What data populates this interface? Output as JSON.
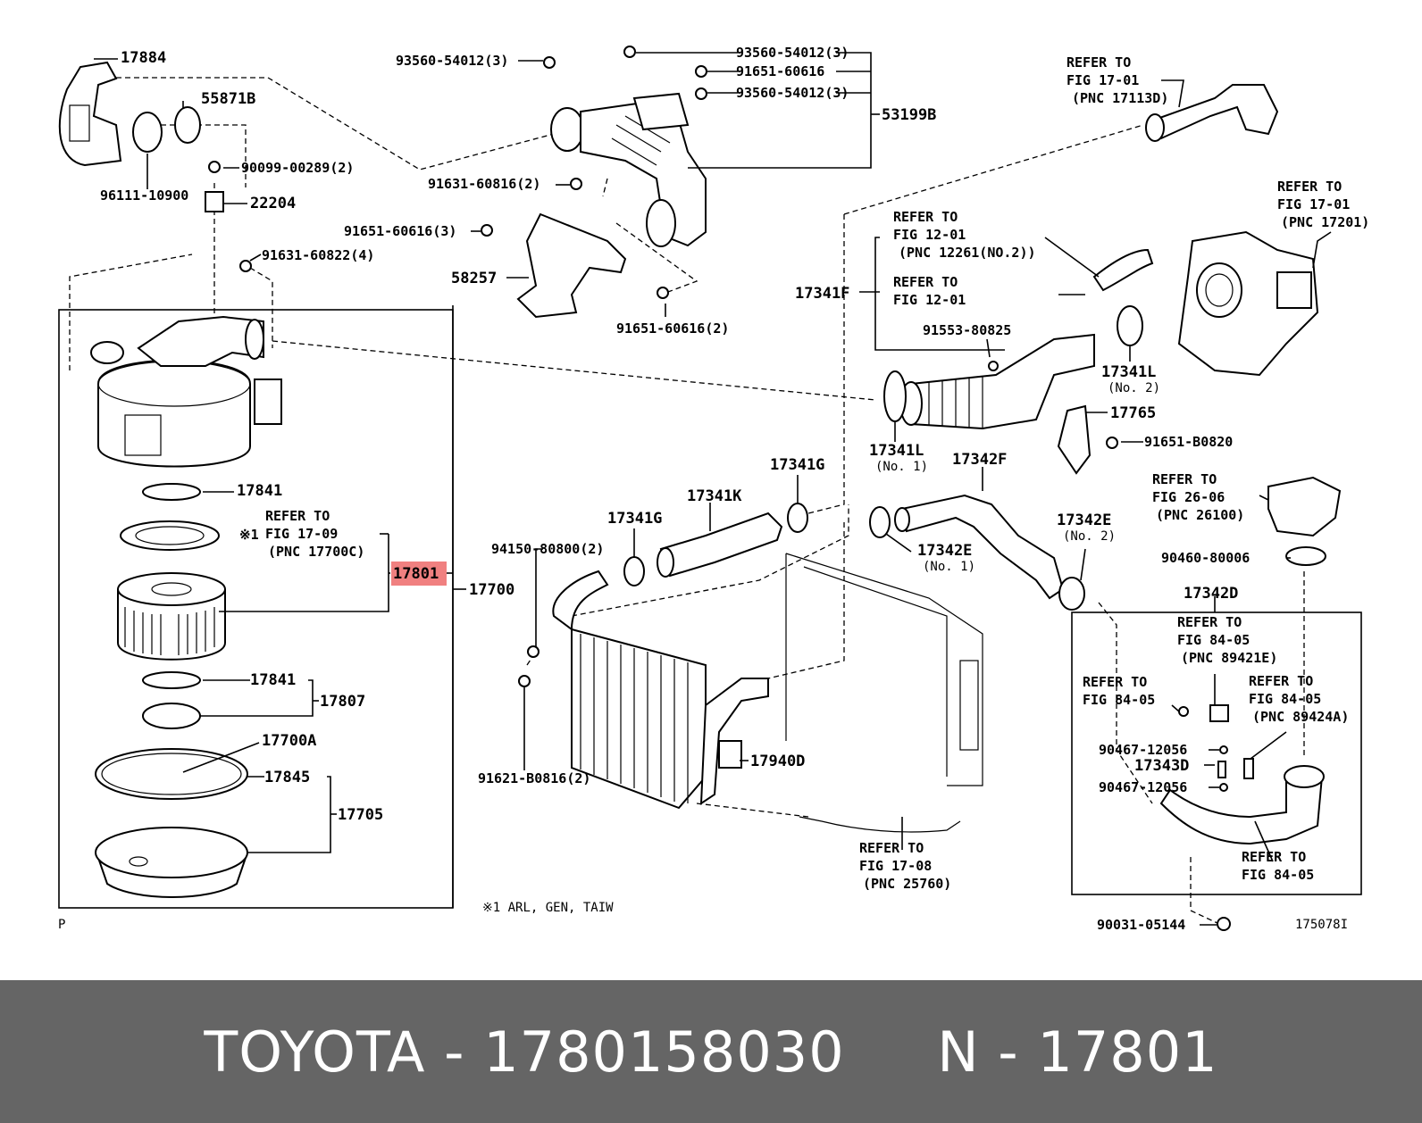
{
  "colors": {
    "highlight": "#f08080",
    "footer_bg": "#656565",
    "footer_text": "#ffffff"
  },
  "diagram": {
    "labels": {
      "l17884": "17884",
      "l55871B": "55871B",
      "l90099": "90099-00289(2)",
      "l96111": "96111-10900",
      "l22204": "22204",
      "l91631_4": "91631-60822(4)",
      "l93560_a": "93560-54012(3)",
      "l93560_b": "93560-54012(3)",
      "l91651_a": "91651-60616",
      "l93560_c": "93560-54012(3)",
      "l53199B": "53199B",
      "l91631_2": "91631-60816(2)",
      "l91651_3": "91651-60616(3)",
      "l58257": "58257",
      "l91651_2": "91651-60616(2)",
      "l17841_a": "17841",
      "l17801": "17801",
      "l17700": "17700",
      "l17841_b": "17841",
      "l17807": "17807",
      "l17700A": "17700A",
      "l17845": "17845",
      "l17705": "17705",
      "lP": "P",
      "lnote": "※1 ARL, GEN, TAIW",
      "lref_mark": "※1",
      "l17341F": "17341F",
      "l91553": "91553-80825",
      "l17341L_2": "17341L",
      "l17341L_2_no": "(No. 2)",
      "l17765": "17765",
      "l91651_B": "91651-B0820",
      "l17341L_1": "17341L",
      "l17341L_1_no": "(No. 1)",
      "l17342F": "17342F",
      "l17341G_a": "17341G",
      "l17341K": "17341K",
      "l17341G_b": "17341G",
      "l17342E_1": "17342E",
      "l17342E_1_no": "(No. 1)",
      "l17342E_2": "17342E",
      "l17342E_2_no": "(No. 2)",
      "l94150": "94150-80800(2)",
      "l91621": "91621-B0816(2)",
      "l17940D": "17940D",
      "l90460": "90460-80006",
      "l17342D": "17342D",
      "l90467_a": "90467-12056",
      "l17343D": "17343D",
      "l90467_b": "90467-12056",
      "l90031": "90031-05144",
      "l175078I": "175078I"
    },
    "refs": [
      {
        "l1": "REFER TO",
        "l2": "FIG 17-01",
        "l3": "(PNC 17113D)"
      },
      {
        "l1": "REFER TO",
        "l2": "FIG 17-01",
        "l3": "(PNC 17201)"
      },
      {
        "l1": "REFER TO",
        "l2": "FIG 12-01",
        "l3": "(PNC 12261(NO.2))"
      },
      {
        "l1": "REFER TO",
        "l2": "FIG 12-01",
        "l3": ""
      },
      {
        "l1": "REFER TO",
        "l2": "FIG 17-09",
        "l3": "(PNC 17700C)"
      },
      {
        "l1": "REFER TO",
        "l2": "FIG 26-06",
        "l3": "(PNC 26100)"
      },
      {
        "l1": "REFER TO",
        "l2": "FIG 84-05",
        "l3": "(PNC 89421E)"
      },
      {
        "l1": "REFER TO",
        "l2": "FIG 84-05",
        "l3": ""
      },
      {
        "l1": "REFER TO",
        "l2": "FIG 84-05",
        "l3": "(PNC 89424A)"
      },
      {
        "l1": "REFER TO",
        "l2": "FIG 84-05",
        "l3": ""
      },
      {
        "l1": "REFER TO",
        "l2": "FIG 17-08",
        "l3": "(PNC 25760)"
      }
    ]
  },
  "footer": {
    "text": "TOYOTA - 1780158030     N - 17801"
  }
}
